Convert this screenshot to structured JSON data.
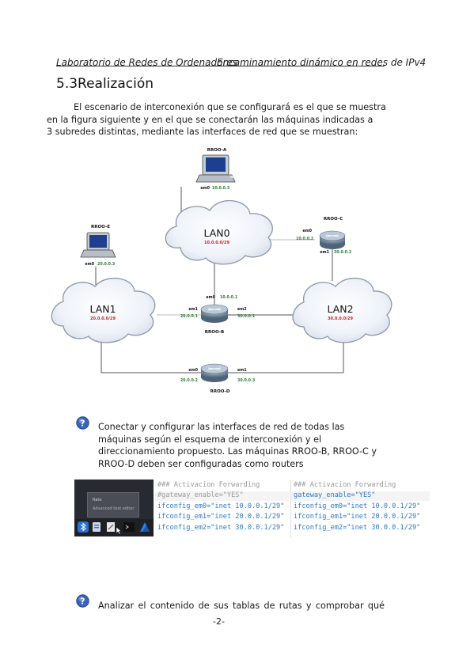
{
  "header": {
    "left": "Laboratorio de Redes de Ordenadores",
    "right": "Encaminamiento dinámico en redes de IPv4"
  },
  "section": {
    "title": "5.3Realización"
  },
  "intro": {
    "lines": [
      "El escenario de interconexión que se configurará es el que se muestra",
      "en la figura siguiente y en el que se conectarán las máquinas indicadas a",
      "3 subredes distintas, mediante las interfaces de red que se muestran:"
    ]
  },
  "diagram": {
    "hosts": [
      {
        "name": "RROO-A",
        "iface": "em0",
        "ip": "10.0.0.3"
      },
      {
        "name": "RROO-E",
        "iface": "em0",
        "ip": "20.0.0.3"
      }
    ],
    "routers": {
      "c": {
        "name": "RROO-C",
        "em0": "em0",
        "em0_ip": "10.0.0.2",
        "em1": "em1",
        "em1_ip": "30.0.0.2"
      },
      "b": {
        "name": "RROO-B",
        "em0": "em0",
        "em0_ip": "10.0.0.1",
        "em1": "em1",
        "em1_ip": "20.0.0.1",
        "em2": "em2",
        "em2_ip": "30.0.0.1"
      },
      "d": {
        "name": "RROO-D",
        "em0": "em0",
        "em0_ip": "20.0.0.2",
        "em1": "em1",
        "em1_ip": "30.0.0.3"
      }
    },
    "lans": [
      {
        "name": "LAN0",
        "net": "10.0.0.0/29"
      },
      {
        "name": "LAN1",
        "net": "20.0.0.0/29"
      },
      {
        "name": "LAN2",
        "net": "30.0.0.0/29"
      }
    ]
  },
  "bullet1": {
    "lines": [
      "Conectar y configurar las interfaces de red de todas las",
      "máquinas según el esquema de interconexión y el",
      "direccionamiento propuesto. Las máquinas RROO-B, RROO-C y",
      "RROO-D deben ser configuradas como routers"
    ]
  },
  "screenshot": {
    "menu": {
      "item1": "Rate",
      "item2": "Advanced text editor"
    },
    "left_code": [
      "### Activacion Forwarding",
      "#gateway_enable=\"YES\"",
      "ifconfig_em0=\"inet 10.0.0.1/29\"",
      "ifconfig_em1=\"inet 20.0.0.1/29\"",
      "ifconfig_em2=\"inet 30.0.0.1/29\""
    ],
    "right_code": [
      "### Activacion Forwarding",
      "gateway_enable=\"YES\"",
      "ifconfig_em0=\"inet 10.0.0.1/29\"",
      "ifconfig_em1=\"inet 20.0.0.1/29\"",
      "ifconfig_em2=\"inet 30.0.0.1/29\""
    ]
  },
  "bullet2": {
    "text": "Analizar el contenido de sus tablas de rutas y comprobar qué"
  },
  "footer": {
    "page": "-2-"
  },
  "colors": {
    "ip_green": "#2e7d32",
    "net_red": "#cc1f1f",
    "code_blue": "#2d78c9",
    "code_gray": "#9a9a9a"
  }
}
